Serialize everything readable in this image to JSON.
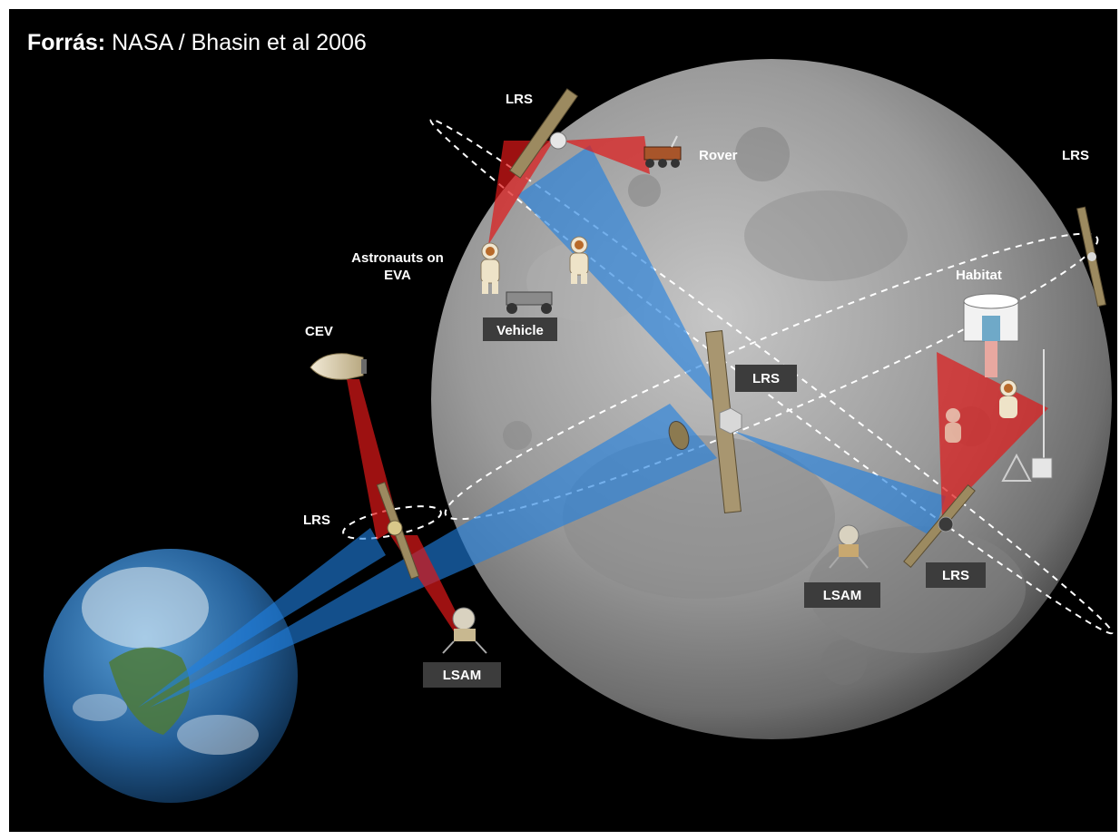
{
  "source": {
    "prefix": "Forrás:",
    "text": "NASA / Bhasin et al 2006"
  },
  "labels": {
    "lrs_top": "LRS",
    "rover": "Rover",
    "lrs_right": "LRS",
    "astronauts_line1": "Astronauts on",
    "astronauts_line2": "EVA",
    "habitat": "Habitat",
    "cev": "CEV",
    "vehicle": "Vehicle",
    "lrs_center": "LRS",
    "lrs_left": "LRS",
    "lsam_right": "LSAM",
    "lrs_lower_right": "LRS",
    "lsam_left": "LSAM"
  },
  "colors": {
    "background": "#000000",
    "link_blue": "#1e7fe0",
    "link_red": "#e01818",
    "moon": "#9a9a9a",
    "earth_ocean": "#2a6aa8",
    "solar_panel": "#9c8a60",
    "label_tag": "#3c3c3c"
  }
}
